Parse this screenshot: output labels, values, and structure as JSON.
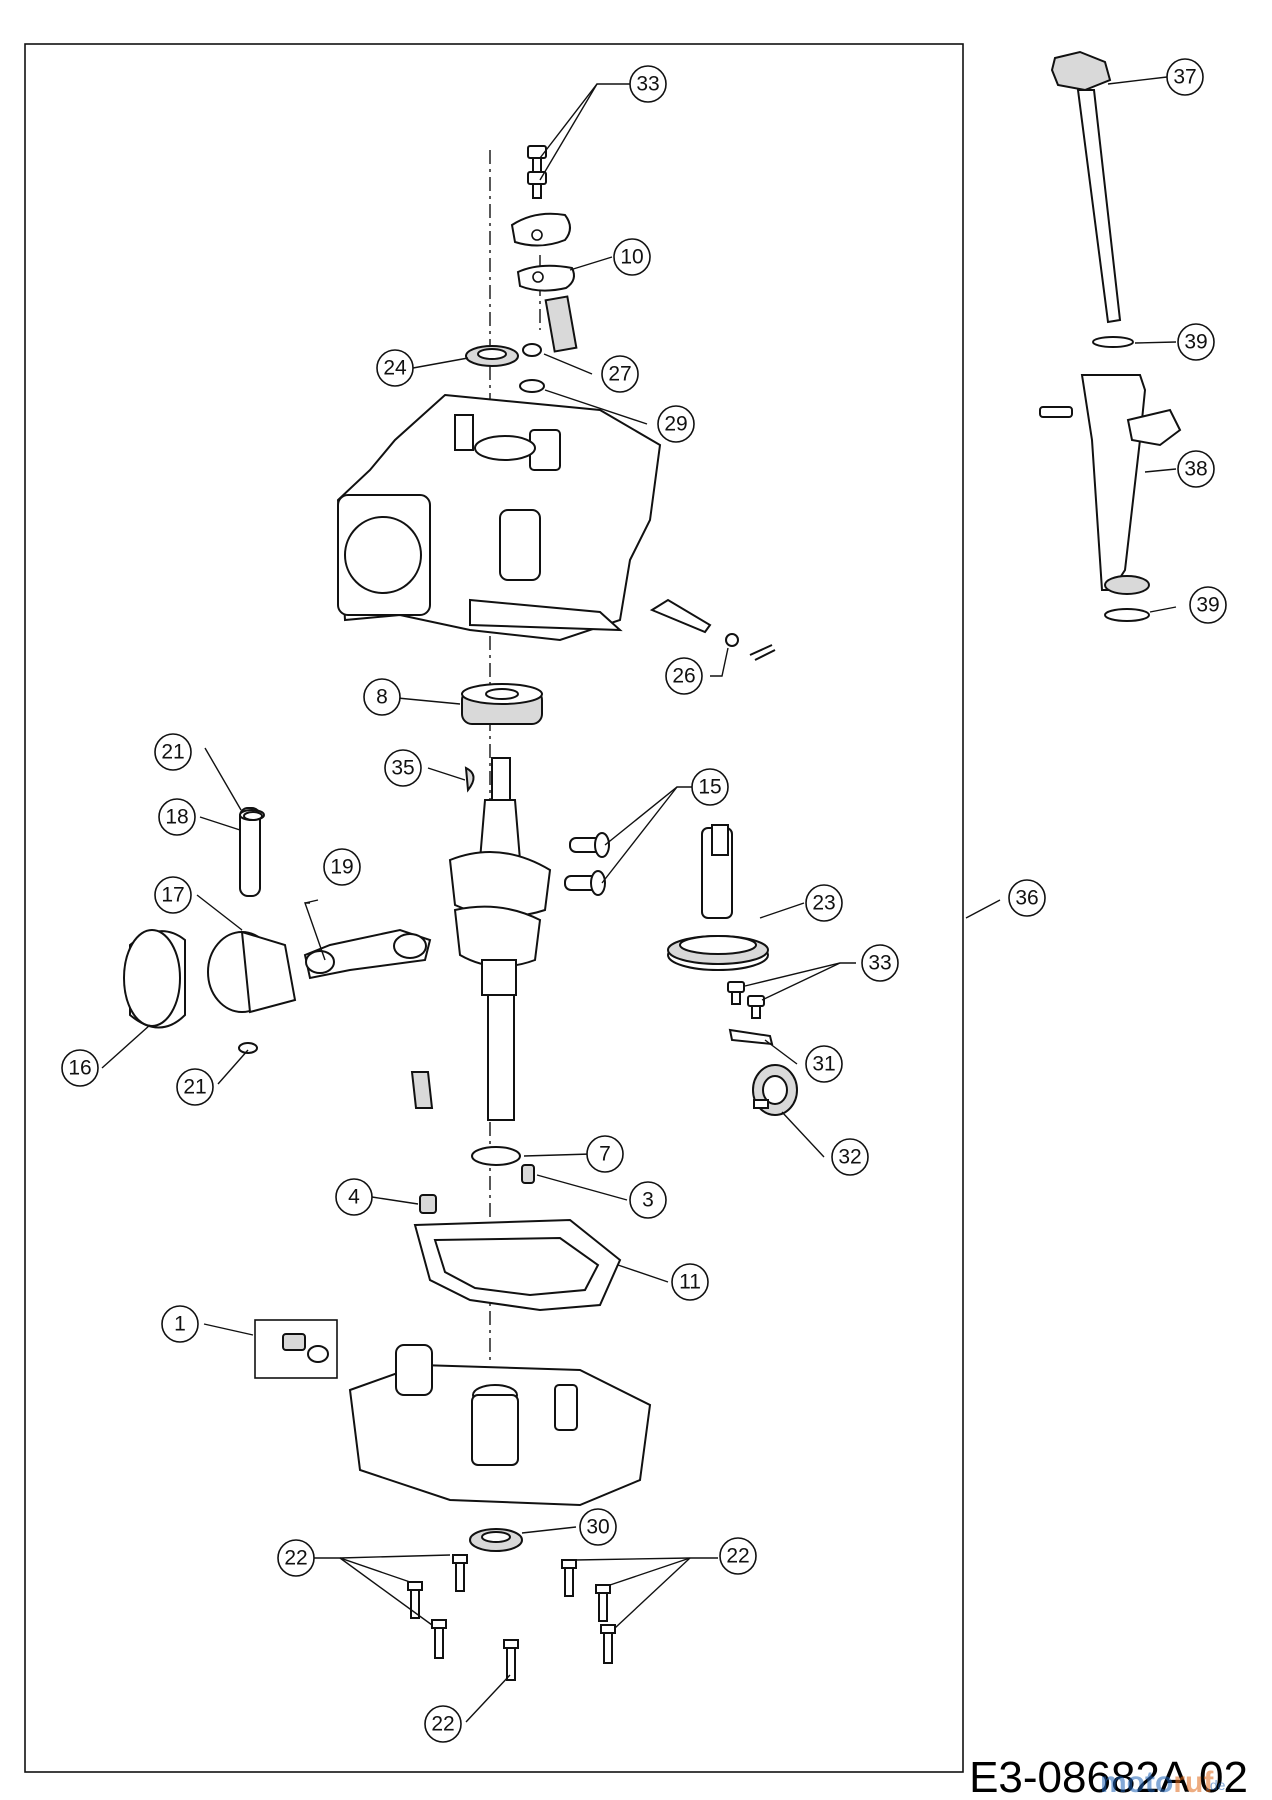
{
  "diagram": {
    "reference_code": "E3-08682A 02",
    "watermark": "motoruf",
    "watermark_suffix": ".de",
    "callouts": [
      "1",
      "3",
      "4",
      "7",
      "8",
      "10",
      "11",
      "15",
      "16",
      "17",
      "18",
      "19",
      "21",
      "22",
      "23",
      "24",
      "26",
      "27",
      "29",
      "30",
      "31",
      "32",
      "33",
      "35",
      "36",
      "37",
      "38",
      "39"
    ],
    "parts": [
      {
        "id": "1",
        "name": "oil-drain-plug-kit"
      },
      {
        "id": "3",
        "name": "dowel-pin"
      },
      {
        "id": "4",
        "name": "dowel-pin"
      },
      {
        "id": "7",
        "name": "thrust-washer"
      },
      {
        "id": "8",
        "name": "ball-bearing"
      },
      {
        "id": "10",
        "name": "breather-assembly"
      },
      {
        "id": "11",
        "name": "crankcase-gasket"
      },
      {
        "id": "15",
        "name": "valve-tappet"
      },
      {
        "id": "16",
        "name": "piston-ring-set"
      },
      {
        "id": "17",
        "name": "piston"
      },
      {
        "id": "18",
        "name": "piston-pin"
      },
      {
        "id": "19",
        "name": "connecting-rod"
      },
      {
        "id": "21",
        "name": "piston-pin-clip"
      },
      {
        "id": "22",
        "name": "crankcase-bolt"
      },
      {
        "id": "23",
        "name": "camshaft"
      },
      {
        "id": "24",
        "name": "oil-seal"
      },
      {
        "id": "26",
        "name": "governor-shaft"
      },
      {
        "id": "27",
        "name": "breather-washer"
      },
      {
        "id": "29",
        "name": "breather-gasket"
      },
      {
        "id": "30",
        "name": "oil-seal"
      },
      {
        "id": "31",
        "name": "governor-retainer"
      },
      {
        "id": "32",
        "name": "governor-gear"
      },
      {
        "id": "33",
        "name": "flange-bolt"
      },
      {
        "id": "35",
        "name": "flywheel-key"
      },
      {
        "id": "36",
        "name": "short-block-assembly"
      },
      {
        "id": "37",
        "name": "dipstick"
      },
      {
        "id": "38",
        "name": "oil-fill-tube"
      },
      {
        "id": "39",
        "name": "o-ring"
      }
    ]
  }
}
